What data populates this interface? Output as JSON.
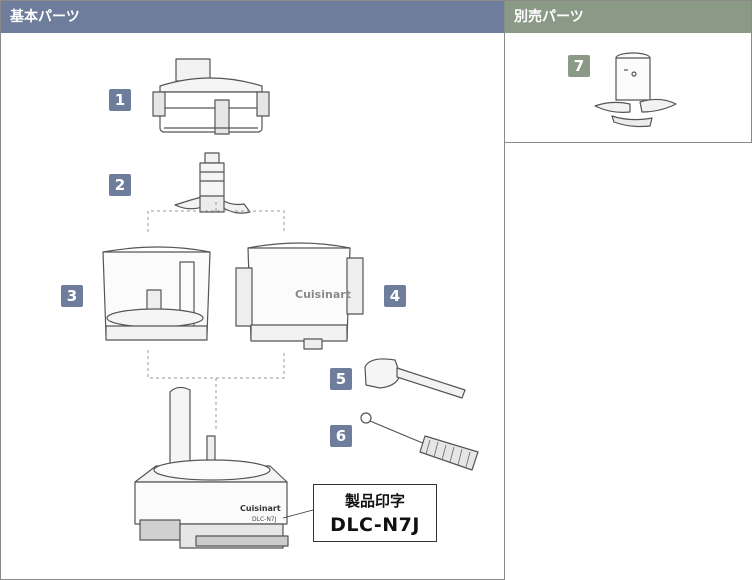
{
  "basic_panel": {
    "title": "基本パーツ"
  },
  "sold_panel": {
    "title": "別売パーツ"
  },
  "badges": [
    "1",
    "2",
    "3",
    "4",
    "5",
    "6",
    "7"
  ],
  "product_print": {
    "title": "製品印字",
    "model": "DLC-N7J"
  },
  "brand": {
    "logo": "Cuisinart",
    "base_caption_1": "Cuisinart",
    "base_caption_2": "DLC-N7J"
  },
  "colors": {
    "basic_header": "#6e7d9c",
    "sold_header": "#8a9a87"
  }
}
